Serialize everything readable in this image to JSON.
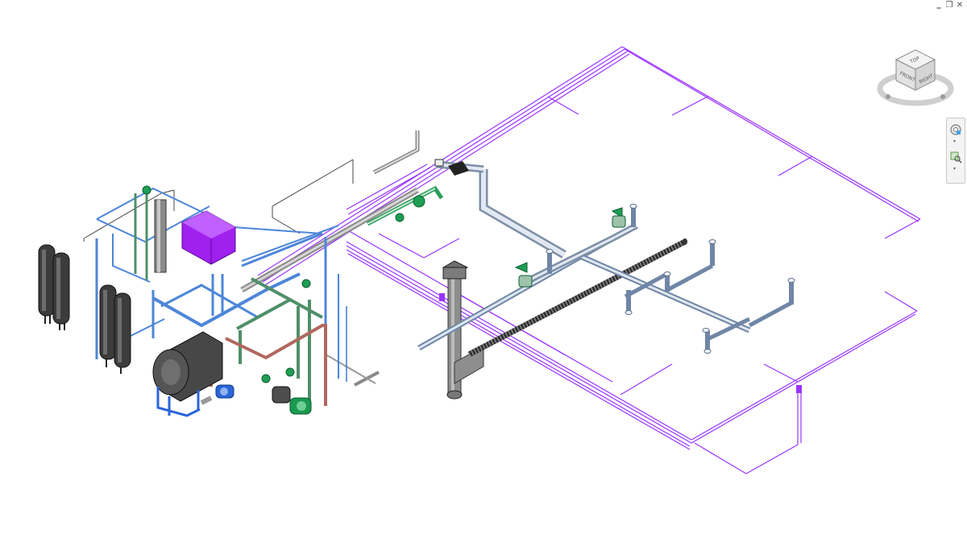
{
  "window": {
    "minimize_icon": "minimize-icon",
    "restore_icon": "restore-icon",
    "close_icon": "close-icon",
    "minimize_glyph": "‗",
    "restore_glyph": "❐",
    "close_glyph": "✕"
  },
  "viewcube": {
    "top_label": "TOP",
    "front_label": "FRONT",
    "right_label": "RIGHT"
  },
  "navbar": {
    "items": [
      "steering-wheel-icon",
      "zoom-region-icon"
    ]
  },
  "colors": {
    "purple_piping": "#9933ff",
    "blue_piping": "#5b8ed6",
    "green_fittings": "#1e9e55",
    "gray_pipe": "#8a8a8a",
    "dark_equipment": "#3c3c3c",
    "copper_pipe": "#b0685e",
    "magenta_unit": "#a020f0",
    "pump_blue": "#2a64d8",
    "pump_green": "#1a9950"
  }
}
